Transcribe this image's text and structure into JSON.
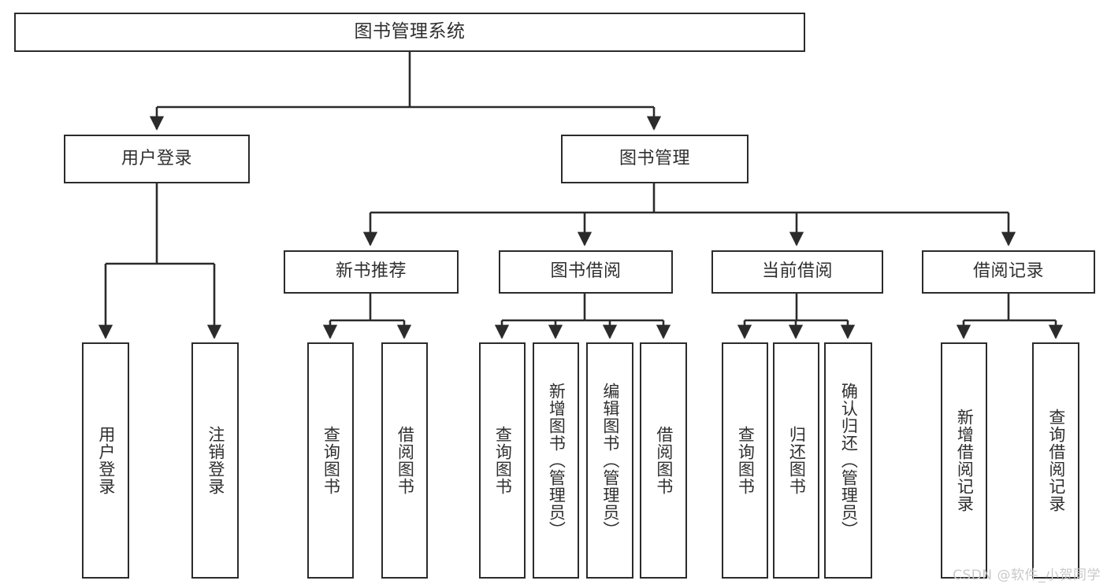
{
  "diagram": {
    "type": "tree-hierarchy-chart",
    "background_color": "#ffffff",
    "line_color": "#2b2b2b",
    "text_color": "#2f2f2f",
    "root": {
      "id": "root",
      "label": "图书管理系统"
    },
    "level2": [
      {
        "id": "user-login",
        "label": "用户登录"
      },
      {
        "id": "book-management",
        "label": "图书管理"
      }
    ],
    "level3": [
      {
        "id": "new-book-recommend",
        "label": "新书推荐"
      },
      {
        "id": "book-borrow",
        "label": "图书借阅"
      },
      {
        "id": "current-borrow",
        "label": "当前借阅"
      },
      {
        "id": "borrow-record",
        "label": "借阅记录"
      }
    ],
    "leaves": {
      "user_login": [
        {
          "id": "leaf-user-login",
          "label": "用户登录"
        },
        {
          "id": "leaf-logout",
          "label": "注销登录"
        }
      ],
      "new_book_recommend": [
        {
          "id": "leaf-query-book-1",
          "label": "查询图书"
        },
        {
          "id": "leaf-borrow-book-1",
          "label": "借阅图书"
        }
      ],
      "book_borrow": [
        {
          "id": "leaf-query-book-2",
          "label": "查询图书"
        },
        {
          "id": "leaf-add-book",
          "label": "新增图书（管理员）"
        },
        {
          "id": "leaf-edit-book",
          "label": "编辑图书（管理员）"
        },
        {
          "id": "leaf-borrow-book-2",
          "label": "借阅图书"
        }
      ],
      "current_borrow": [
        {
          "id": "leaf-query-book-3",
          "label": "查询图书"
        },
        {
          "id": "leaf-return-book",
          "label": "归还图书"
        },
        {
          "id": "leaf-confirm-return",
          "label": "确认归还（管理员）"
        }
      ],
      "borrow_record": [
        {
          "id": "leaf-add-record",
          "label": "新增借阅记录"
        },
        {
          "id": "leaf-query-record",
          "label": "查询借阅记录"
        }
      ]
    }
  },
  "watermark": {
    "text": "CSDN @软件_小贺同学"
  }
}
